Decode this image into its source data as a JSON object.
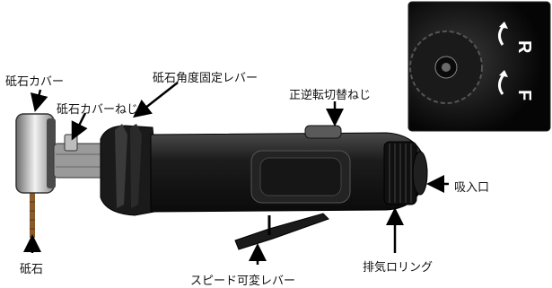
{
  "labels": {
    "grindstone_cover": "砥石カバー",
    "grindstone_cover_screw": "砥石カバーねじ",
    "grindstone_angle_lever": "砥石角度固定レバー",
    "forward_reverse_screw": "正逆転切替ねじ",
    "intake": "吸入口",
    "grindstone": "砥石",
    "speed_lever": "スピード可変レバー",
    "exhaust_ring": "排気ロリング"
  },
  "inset": {
    "reverse_mark": "R",
    "forward_mark": "F"
  },
  "icons": [
    "arrow-icon",
    "rotation-arrow-icon"
  ]
}
